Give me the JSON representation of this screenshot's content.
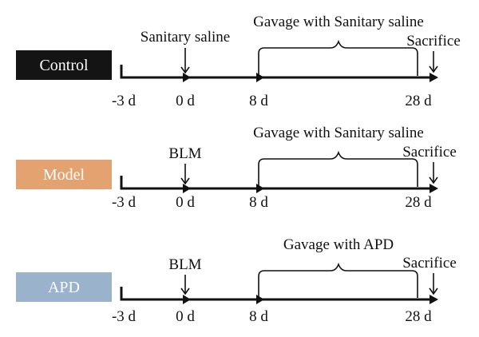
{
  "panels": [
    {
      "group": "Control",
      "box_color": "#141414",
      "label_color": "#ffffff",
      "start_marker": "Sanitary saline",
      "gavage": "Gavage with Sanitary saline",
      "end_marker": "Sacrifice",
      "ticks": [
        "-3 d",
        "0 d",
        "8 d",
        "28 d"
      ]
    },
    {
      "group": "Model",
      "box_color": "#e3a270",
      "label_color": "#ffffff",
      "start_marker": "BLM",
      "gavage": "Gavage with Sanitary saline",
      "end_marker": "Sacrifice",
      "ticks": [
        "-3 d",
        "0 d",
        "8 d",
        "28 d"
      ]
    },
    {
      "group": "APD",
      "box_color": "#9ab2cc",
      "label_color": "#ffffff",
      "start_marker": "BLM",
      "gavage": "Gavage with APD",
      "end_marker": "Sacrifice",
      "ticks": [
        "-3 d",
        "0 d",
        "8 d",
        "28 d"
      ]
    }
  ]
}
